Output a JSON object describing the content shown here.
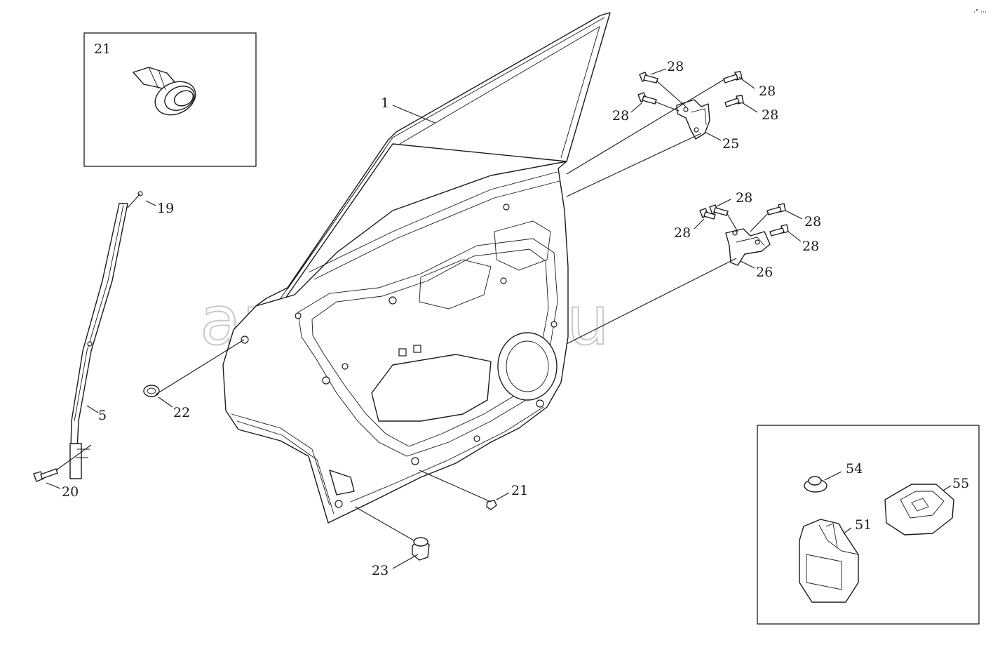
{
  "watermark": "autopiter.ru",
  "corner_mark": "·° ···",
  "callouts": [
    {
      "id": "door-panel",
      "label": "1"
    },
    {
      "id": "clip-detail",
      "label": "21"
    },
    {
      "id": "clip-main",
      "label": "21"
    },
    {
      "id": "screw",
      "label": "19"
    },
    {
      "id": "glass-run",
      "label": "5"
    },
    {
      "id": "bolt-lower",
      "label": "20"
    },
    {
      "id": "grommet",
      "label": "22"
    },
    {
      "id": "bumper",
      "label": "23"
    },
    {
      "id": "upper-hinge",
      "label": "25"
    },
    {
      "id": "lower-hinge",
      "label": "26"
    },
    {
      "id": "bolt-uh-1",
      "label": "28"
    },
    {
      "id": "bolt-uh-2",
      "label": "28"
    },
    {
      "id": "bolt-uh-3",
      "label": "28"
    },
    {
      "id": "bolt-uh-4",
      "label": "28"
    },
    {
      "id": "bolt-lh-1",
      "label": "28"
    },
    {
      "id": "bolt-lh-2",
      "label": "28"
    },
    {
      "id": "bolt-lh-3",
      "label": "28"
    },
    {
      "id": "bolt-lh-4",
      "label": "28"
    },
    {
      "id": "plug",
      "label": "54"
    },
    {
      "id": "pad",
      "label": "55"
    },
    {
      "id": "check-block",
      "label": "51"
    }
  ]
}
